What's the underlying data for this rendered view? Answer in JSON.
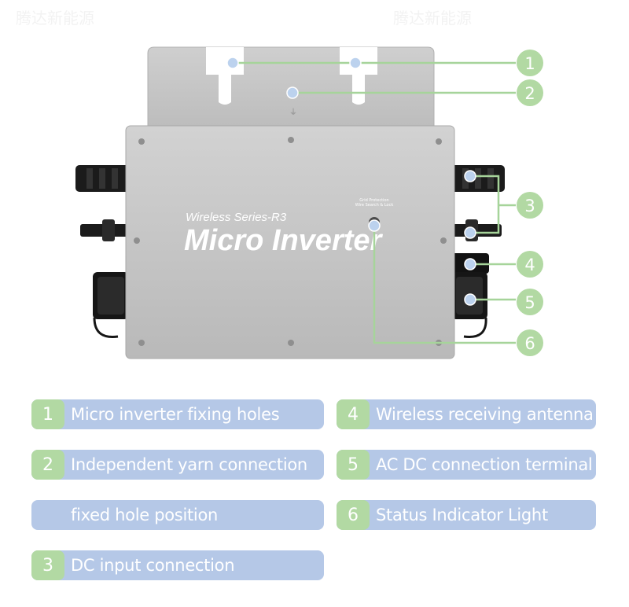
{
  "product": {
    "series": "Wireless Series-R3",
    "name": "Micro Inverter",
    "indicator_caption_1": "Grid Protection",
    "indicator_caption_2": "Wire Search & Lock",
    "watermark": "腾达新能源"
  },
  "callouts": [
    "1",
    "2",
    "3",
    "4",
    "5",
    "6"
  ],
  "legend": [
    {
      "number": "1",
      "text": "Micro inverter fixing holes"
    },
    {
      "number": "2",
      "text": "Independent yarn connection"
    },
    {
      "number": "",
      "text": "fixed hole position"
    },
    {
      "number": "3",
      "text": "DC input connection"
    },
    {
      "number": "4",
      "text": "Wireless receiving antenna"
    },
    {
      "number": "5",
      "text": "AC DC connection terminal"
    },
    {
      "number": "6",
      "text": "Status Indicator Light"
    }
  ],
  "colors": {
    "callout_green": "#b2d9a3",
    "label_blue": "#b5c8e7",
    "leader_line": "#a6d49a",
    "body_gray": "#c2c2c2"
  }
}
